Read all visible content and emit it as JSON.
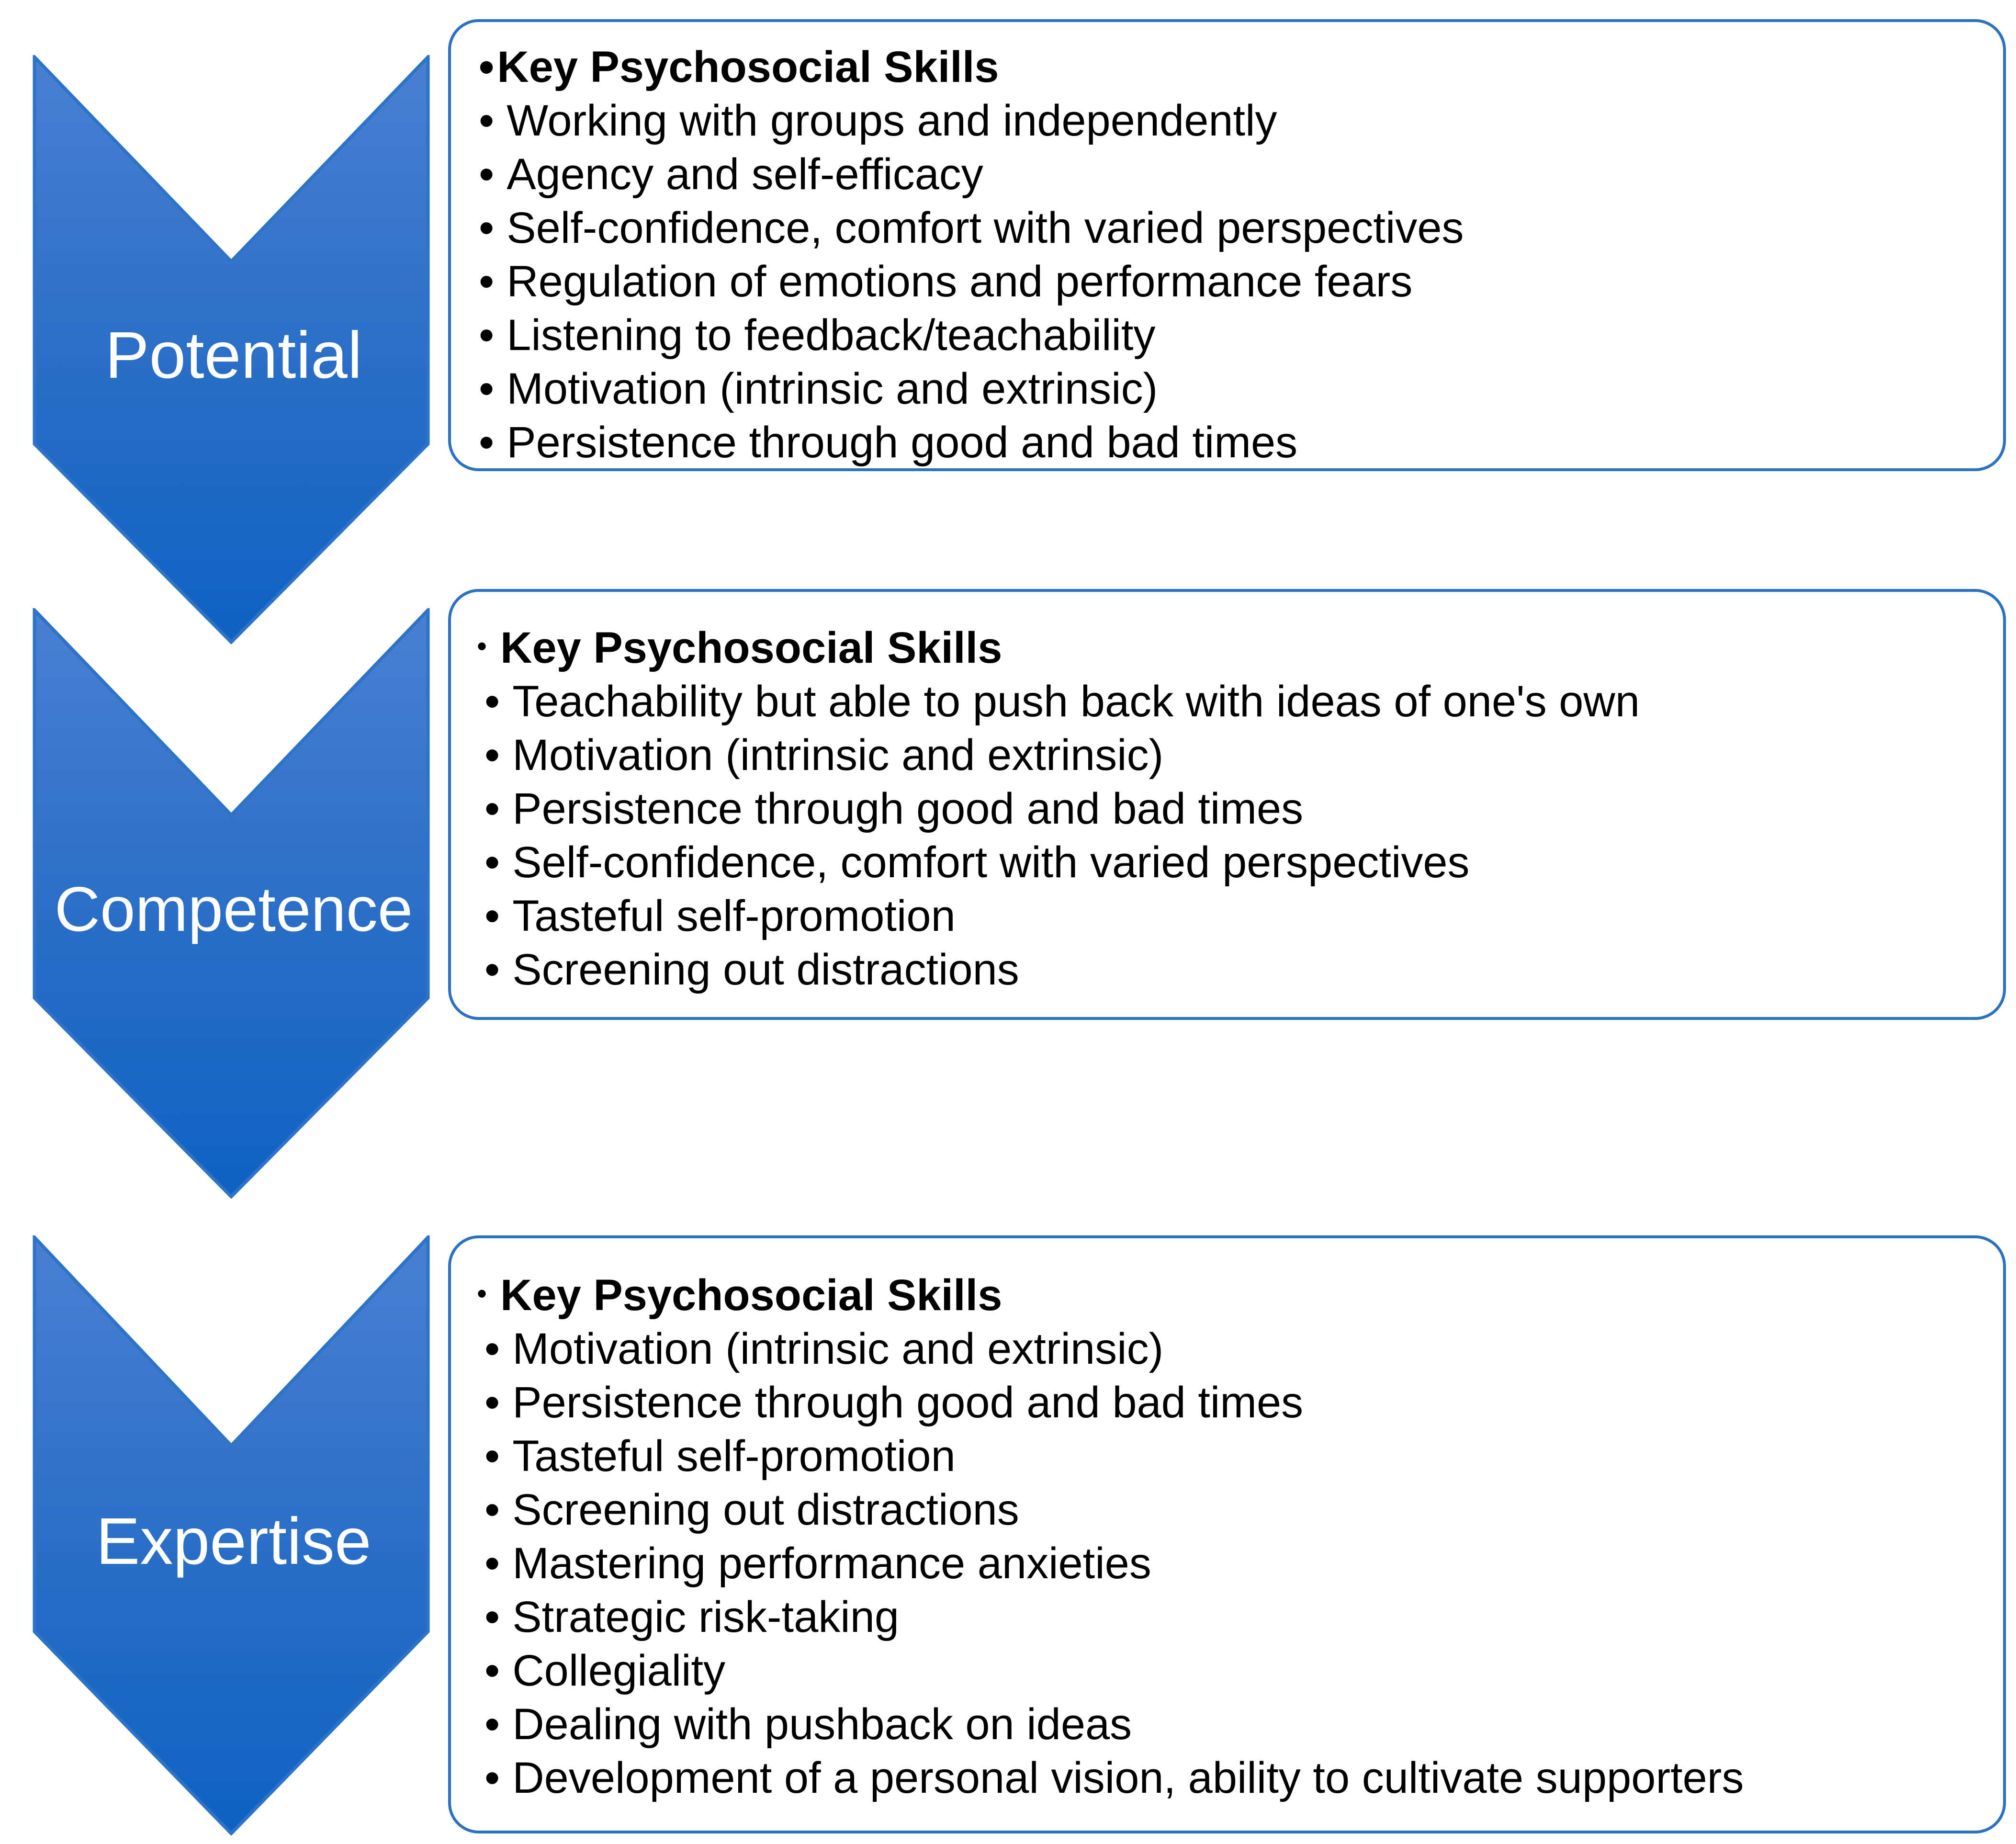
{
  "sections": [
    {
      "label": "Potential",
      "header_bullet": "•",
      "header": "Key Psychosocial Skills",
      "items": [
        "Working with groups and independently",
        "Agency and self-efficacy",
        "Self-confidence, comfort with varied perspectives",
        "Regulation of emotions and performance fears",
        "Listening to feedback/teachability",
        "Motivation (intrinsic and extrinsic)",
        "Persistence through good and bad times"
      ]
    },
    {
      "label": "Competence",
      "header_bullet": "•",
      "header": "Key Psychosocial Skills",
      "items": [
        "Teachability but able to push back with ideas of one's own",
        "Motivation (intrinsic and extrinsic)",
        "Persistence through good and bad times",
        "Self-confidence, comfort with varied perspectives",
        "Tasteful self-promotion",
        "Screening out distractions"
      ]
    },
    {
      "label": "Expertise",
      "header_bullet": "•",
      "header": "Key Psychosocial Skills",
      "items": [
        "Motivation (intrinsic and extrinsic)",
        "Persistence through good and bad times",
        "Tasteful self-promotion",
        "Screening out distractions",
        "Mastering performance anxieties",
        "Strategic risk-taking",
        "Collegiality",
        "Dealing with pushback on ideas",
        "Development of a personal vision, ability to cultivate supporters"
      ]
    }
  ],
  "list_bullet": "•",
  "colors": {
    "chevron_top": "#4a80d2",
    "chevron_mid": "#2a6fc8",
    "chevron_bottom": "#0f61c2",
    "chevron_stroke": "#2d73c6",
    "box_border": "#2a71c2",
    "label_text": "#ffffff",
    "body_text": "#000000",
    "page_bg": "#ffffff"
  }
}
